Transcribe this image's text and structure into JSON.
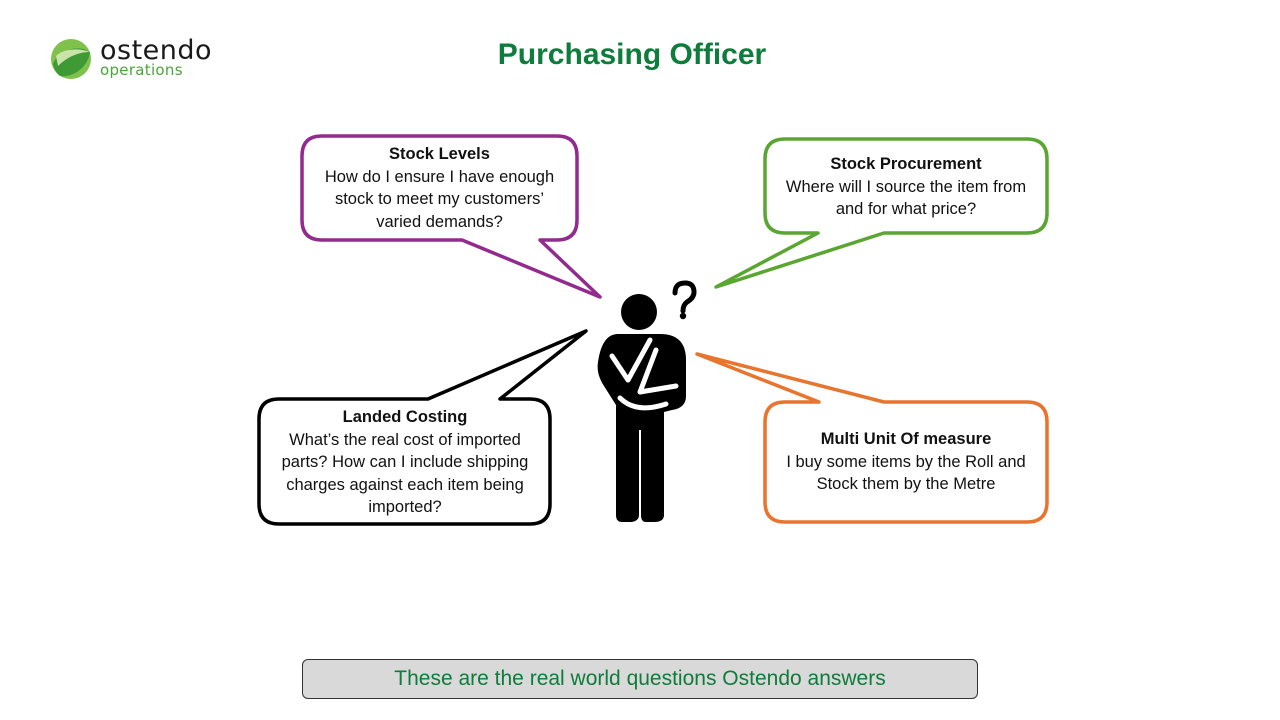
{
  "logo": {
    "name": "ostendo",
    "subtitle": "operations"
  },
  "title": "Purchasing Officer",
  "colors": {
    "title": "#0e7c3a",
    "purple": "#932a8e",
    "green": "#5aa632",
    "black": "#000000",
    "orange": "#e8742e"
  },
  "icons": {
    "figure": "thinking-person-icon",
    "question": "question-mark-icon"
  },
  "bubbles": {
    "stock_levels": {
      "heading": "Stock Levels",
      "body": "How do I ensure I have enough stock to meet my customers’ varied demands?"
    },
    "stock_procurement": {
      "heading": "Stock Procurement",
      "body": "Where will I source the item from and for what price?"
    },
    "landed_costing": {
      "heading": "Landed Costing",
      "body": "What’s the real cost of imported parts? How can I include shipping charges against each item being imported?"
    },
    "multi_uom": {
      "heading": "Multi Unit Of measure",
      "body": "I buy some items by the Roll and Stock them by the Metre"
    }
  },
  "footer": "These are the real world questions Ostendo answers"
}
